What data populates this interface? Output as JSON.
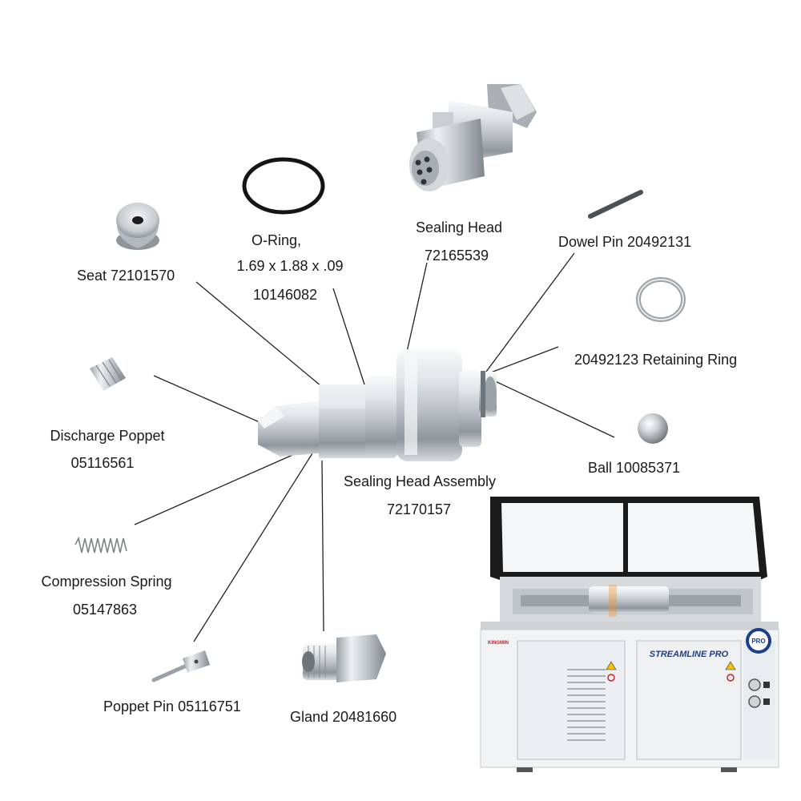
{
  "labels": {
    "seat": "Seat 72101570",
    "oring_title": "O-Ring,",
    "oring_size": "1.69 x 1.88 x .09",
    "oring_part": "10146082",
    "sealing_head_title": "Sealing Head",
    "sealing_head_part": "72165539",
    "dowel_pin": "Dowel Pin 20492131",
    "retaining_ring": "20492123 Retaining Ring",
    "discharge_poppet_title": "Discharge Poppet",
    "discharge_poppet_part": "05116561",
    "ball": "Ball  10085371",
    "assembly_title": "Sealing Head Assembly",
    "assembly_part": "72170157",
    "spring_title": "Compression Spring",
    "spring_part": "05147863",
    "poppet_pin": "Poppet Pin 05116751",
    "gland": "Gland  20481660"
  },
  "machine": {
    "brand": "STREAMLINE PRO",
    "badge": "PRO",
    "logo": "KINGMIN"
  },
  "colors": {
    "label_text": "#1a1a1a",
    "leader_line": "#222222",
    "steel_light": "#e9edf0",
    "steel_dark": "#8d949b",
    "brand_blue": "#1c3f8a",
    "cabinet": "#f1f3f4",
    "frame_black": "#1b1b1b",
    "logo_red": "#c8202e"
  }
}
